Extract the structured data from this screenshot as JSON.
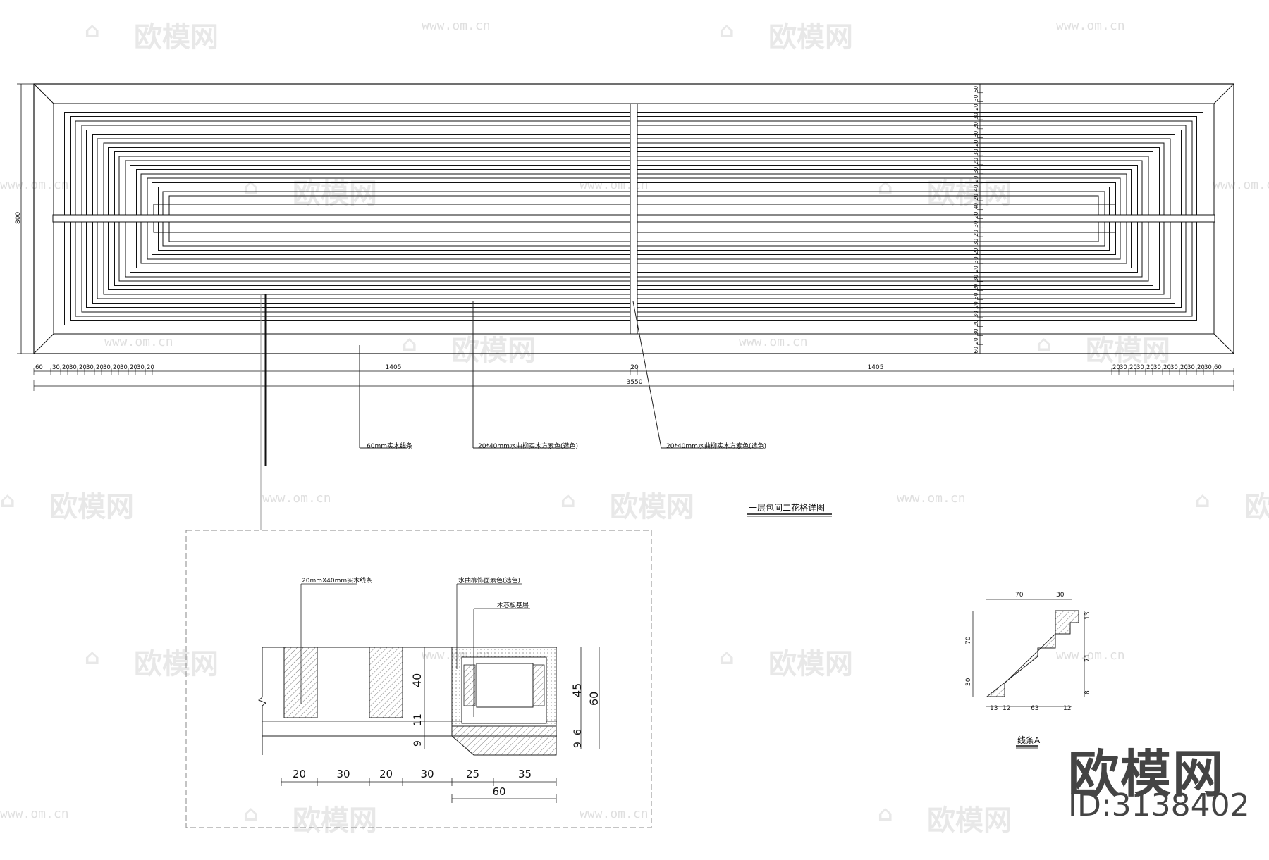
{
  "watermark": {
    "brand": "欧模网",
    "url": "www.om.cn",
    "logo_icon": "sofa-logo-icon"
  },
  "plan": {
    "height_label": "800",
    "side_segments": [
      "60",
      "30",
      "20",
      "30",
      "20",
      "30",
      "20",
      "30",
      "20",
      "30",
      "20",
      "40",
      "20",
      "40",
      "20",
      "30",
      "20",
      "30",
      "20",
      "30",
      "20",
      "30",
      "20",
      "30",
      "20",
      "30",
      "20",
      "30",
      "20",
      "60"
    ],
    "bottom_left_segments": [
      "60",
      "30",
      "20",
      "30",
      "20",
      "30",
      "20",
      "30",
      "20",
      "30",
      "20",
      "30",
      "20"
    ],
    "bottom_right_segments": [
      "20",
      "30",
      "20",
      "30",
      "20",
      "30",
      "20",
      "30",
      "20",
      "30",
      "20",
      "30",
      "60"
    ],
    "bay_left": "1405",
    "center_gap": "20",
    "bay_right": "1405",
    "overall": "3550"
  },
  "callouts": {
    "frame": "60mm实木线条",
    "slat_a": "20*40mm水曲柳实木方素色(选色)",
    "slat_b": "20*40mm水曲柳实木方素色(选色)"
  },
  "drawing_title": "一层包间二花格详图",
  "section": {
    "label_slat": "20mmX40mm实木线条",
    "label_veneer": "水曲柳饰面素色(选色)",
    "label_core": "木芯板基层",
    "dim_40": "40",
    "dim_11": "11",
    "dim_9": "9",
    "dim_45": "45",
    "dim_60_v": "60",
    "dim_9b": "9",
    "dim_6": "6",
    "bottom": [
      "20",
      "30",
      "20",
      "30",
      "25",
      "35"
    ],
    "bottom_total": "60"
  },
  "profile": {
    "title": "线条A",
    "top": [
      "70",
      "30"
    ],
    "left": [
      "70",
      "30"
    ],
    "right": [
      "13",
      "71",
      "8"
    ],
    "bottom": [
      "13",
      "12",
      "63",
      "12"
    ]
  },
  "corner": {
    "brand": "欧模网",
    "id": "ID:3138402"
  }
}
